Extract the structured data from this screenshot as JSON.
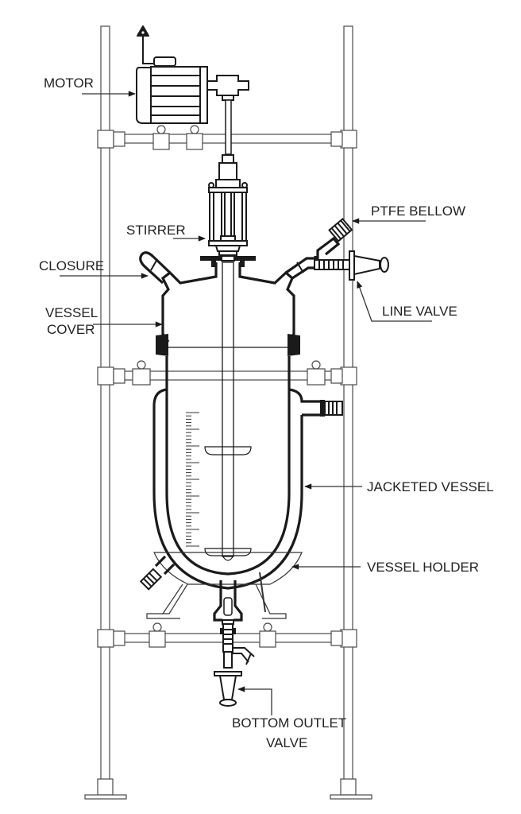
{
  "diagram": {
    "title": "Jacketed glass reactor assembly",
    "colors": {
      "line": "#1a1a1a",
      "frame": "#4a4a4a",
      "text": "#222222",
      "background": "#ffffff"
    },
    "labels": {
      "motor": "MOTOR",
      "stirrer": "STIRRER",
      "closure": "CLOSURE",
      "vessel_cover_line1": "VESSEL",
      "vessel_cover_line2": "COVER",
      "ptfe_bellow": "PTFE BELLOW",
      "line_valve": "LINE VALVE",
      "jacketed_vessel": "JACKETED VESSEL",
      "vessel_holder": "VESSEL HOLDER",
      "bottom_outlet_valve_line1": "BOTTOM OUTLET",
      "bottom_outlet_valve_line2": "VALVE"
    },
    "components": [
      {
        "id": "motor",
        "name": "Motor"
      },
      {
        "id": "stirrer",
        "name": "Stirrer"
      },
      {
        "id": "closure",
        "name": "Closure"
      },
      {
        "id": "vessel-cover",
        "name": "Vessel Cover"
      },
      {
        "id": "ptfe-bellow",
        "name": "PTFE Bellow"
      },
      {
        "id": "line-valve",
        "name": "Line Valve"
      },
      {
        "id": "jacketed-vessel",
        "name": "Jacketed Vessel"
      },
      {
        "id": "vessel-holder",
        "name": "Vessel Holder"
      },
      {
        "id": "bottom-outlet-valve",
        "name": "Bottom Outlet Valve"
      },
      {
        "id": "support-frame",
        "name": "Support Frame"
      }
    ]
  }
}
